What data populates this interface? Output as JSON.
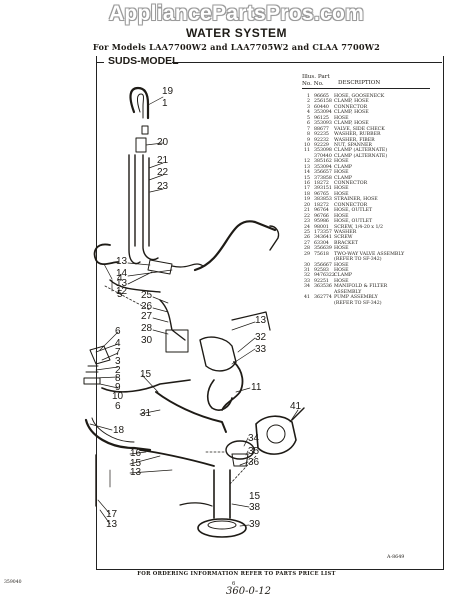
{
  "header": {
    "watermark": "AppliancePartsPros.com",
    "title": "WATER SYSTEM",
    "subtitle": "For Models LAA7700W2 and LAA7705W2 and CLAA 7700W2",
    "model_label": "SUDS-MODEL"
  },
  "parts_table": {
    "head_line1": "Illus.  Part",
    "head_line2": "No.     No.",
    "head_desc": "DESCRIPTION",
    "rows": [
      [
        "1",
        "96665",
        "HOSE, GOOSENECK"
      ],
      [
        "2",
        "256158",
        "CLAMP, HOSE"
      ],
      [
        "3",
        "60440",
        "CONNECTOR"
      ],
      [
        "4",
        "353094",
        "CLAMP, HOSE"
      ],
      [
        "5",
        "96125",
        "HOSE"
      ],
      [
        "6",
        "353093",
        "CLAMP, HOSE"
      ],
      [
        "7",
        "88677",
        "VALVE, SIDE CHECK"
      ],
      [
        "8",
        "92235",
        "WASHER, RUBBER"
      ],
      [
        "9",
        "92232",
        "WASHER, FIBER"
      ],
      [
        "10",
        "92229",
        "NUT, SPANNER"
      ],
      [
        "11",
        "353098",
        "CLAMP (ALTERNATE)"
      ],
      [
        "",
        "370440",
        "CLAMP (ALTERNATE)"
      ],
      [
        "12",
        "385162",
        "HOSE"
      ],
      [
        "13",
        "353094",
        "CLAMP"
      ],
      [
        "14",
        "356657",
        "HOSE"
      ],
      [
        "15",
        "373858",
        "CLAMP"
      ],
      [
        "16",
        "18272",
        "CONNECTOR"
      ],
      [
        "17",
        "393151",
        "HOSE"
      ],
      [
        "18",
        "96765",
        "HOSE"
      ],
      [
        "19",
        "383853",
        "STRAINER, HOSE"
      ],
      [
        "20",
        "18272",
        "CONNECTOR"
      ],
      [
        "21",
        "96764",
        "HOSE, OUTLET"
      ],
      [
        "22",
        "96766",
        "HOSE"
      ],
      [
        "23",
        "95986",
        "HOSE, OUTLET"
      ],
      [
        "24",
        "98001",
        "SCREW, 1/4-20 x 1/2"
      ],
      [
        "25",
        "173357",
        "WASHER"
      ],
      [
        "26",
        "343641",
        "SCREW"
      ],
      [
        "27",
        "63304",
        "BRACKET"
      ],
      [
        "28",
        "356639",
        "HOSE"
      ],
      [
        "29",
        "75618",
        "TWO-WAY VALVE ASSEMBLY"
      ],
      [
        "",
        "",
        "(REFER TO SF-342)"
      ],
      [
        "30",
        "356667",
        "HOSE"
      ],
      [
        "31",
        "92583",
        "HOSE"
      ],
      [
        "32",
        "9476322",
        "CLAMP"
      ],
      [
        "33",
        "92251",
        "HOSE"
      ],
      [
        "34",
        "363536",
        "MANIFOLD & FILTER"
      ],
      [
        "",
        "",
        "ASSEMBLY"
      ],
      [
        "41",
        "362774",
        "PUMP ASSEMBLY"
      ],
      [
        "",
        "",
        "(REFER TO SF-342)"
      ]
    ]
  },
  "callouts": {
    "c19": "19",
    "c1": "1",
    "c20": "20",
    "c21": "21",
    "c22": "22",
    "c23": "23",
    "c13a": "13",
    "c14": "14",
    "c13b": "13",
    "c12": "12",
    "c4a": "4",
    "c5": "5",
    "c25": "25",
    "c26": "26",
    "c27": "27",
    "c28": "28",
    "c30": "30",
    "c13c": "13",
    "c32": "32",
    "c33": "33",
    "c6a": "6",
    "c4b": "4",
    "c7": "7",
    "c3": "3",
    "c2": "2",
    "c8": "8",
    "c9": "9",
    "c10": "10",
    "c6b": "6",
    "c15a": "15",
    "c11": "11",
    "c31": "31",
    "c18": "18",
    "c16": "16",
    "c15b": "15",
    "c13d": "13",
    "c41": "41",
    "c34": "34",
    "c35": "35",
    "c36": "36",
    "c17": "17",
    "c13e": "13",
    "c15c": "15",
    "c38": "38",
    "c39": "39"
  },
  "footer": {
    "diagram_code": "A-8649",
    "instruction": "FOR ORDERING INFORMATION REFER TO PARTS PRICE LIST",
    "left_code": "359040",
    "page_number": "6",
    "handwritten": "360-0-12"
  },
  "colors": {
    "ink": "#1e1b16",
    "paper": "#ffffff",
    "watermark_outline": "#9a9a9a"
  }
}
